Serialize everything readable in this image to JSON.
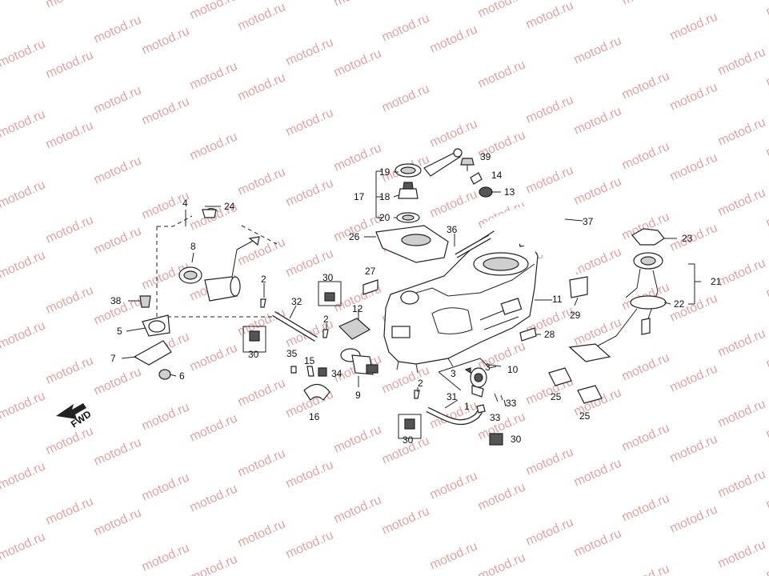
{
  "watermark": {
    "text": "motod.ru",
    "color": "#e6a3a3"
  },
  "direction_marker": {
    "label": "FWD"
  },
  "callouts": [
    {
      "id": "c1",
      "text": "1"
    },
    {
      "id": "c2a",
      "text": "2"
    },
    {
      "id": "c2b",
      "text": "2"
    },
    {
      "id": "c2c",
      "text": "2"
    },
    {
      "id": "c3a",
      "text": "3"
    },
    {
      "id": "c3b",
      "text": "3"
    },
    {
      "id": "c4",
      "text": "4"
    },
    {
      "id": "c5",
      "text": "5"
    },
    {
      "id": "c6",
      "text": "6"
    },
    {
      "id": "c7",
      "text": "7"
    },
    {
      "id": "c8",
      "text": "8"
    },
    {
      "id": "c9",
      "text": "9"
    },
    {
      "id": "c10",
      "text": "10"
    },
    {
      "id": "c11",
      "text": "11"
    },
    {
      "id": "c12",
      "text": "12"
    },
    {
      "id": "c13",
      "text": "13"
    },
    {
      "id": "c14",
      "text": "14"
    },
    {
      "id": "c15",
      "text": "15"
    },
    {
      "id": "c16",
      "text": "16"
    },
    {
      "id": "c17",
      "text": "17"
    },
    {
      "id": "c18",
      "text": "18"
    },
    {
      "id": "c19",
      "text": "19"
    },
    {
      "id": "c20",
      "text": "20"
    },
    {
      "id": "c21",
      "text": "21"
    },
    {
      "id": "c22",
      "text": "22"
    },
    {
      "id": "c23",
      "text": "23"
    },
    {
      "id": "c24",
      "text": "24"
    },
    {
      "id": "c25a",
      "text": "25"
    },
    {
      "id": "c25b",
      "text": "25"
    },
    {
      "id": "c26",
      "text": "26"
    },
    {
      "id": "c27",
      "text": "27"
    },
    {
      "id": "c28",
      "text": "28"
    },
    {
      "id": "c29",
      "text": "29"
    },
    {
      "id": "c30a",
      "text": "30"
    },
    {
      "id": "c30b",
      "text": "30"
    },
    {
      "id": "c30c",
      "text": "30"
    },
    {
      "id": "c30d",
      "text": "30"
    },
    {
      "id": "c31",
      "text": "31"
    },
    {
      "id": "c32",
      "text": "32"
    },
    {
      "id": "c33a",
      "text": "33"
    },
    {
      "id": "c33b",
      "text": "33"
    },
    {
      "id": "c34",
      "text": "34"
    },
    {
      "id": "c35",
      "text": "35"
    },
    {
      "id": "c36",
      "text": "36"
    },
    {
      "id": "c37",
      "text": "37"
    },
    {
      "id": "c38",
      "text": "38"
    },
    {
      "id": "c39",
      "text": "39"
    }
  ]
}
